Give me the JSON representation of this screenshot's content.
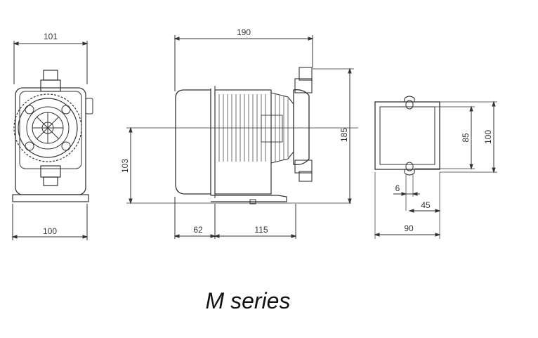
{
  "caption": "M series",
  "front_view": {
    "top_width": "101",
    "base_width": "100"
  },
  "side_view": {
    "overall_length": "190",
    "height": "185",
    "axis_height": "103",
    "front_offset": "62",
    "base_length": "115"
  },
  "base_plate_view": {
    "inner_height": "85",
    "outer_height": "100",
    "slot_width": "6",
    "slot_offset": "45",
    "plate_width": "90"
  }
}
